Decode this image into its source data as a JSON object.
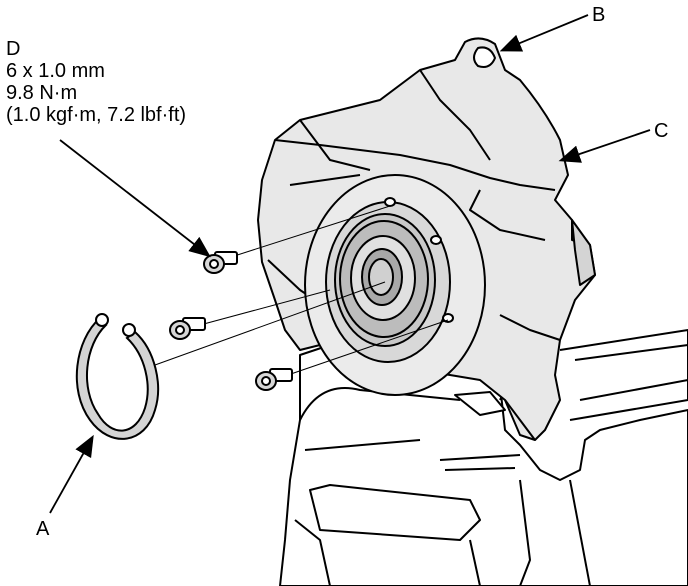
{
  "callouts": {
    "a": "A",
    "b": "B",
    "c": "C",
    "d": "D"
  },
  "fastener_spec": {
    "size": "6 x 1.0 mm",
    "torque_nm": "9.8 N·m",
    "torque_alt": "(1.0 kgf·m, 7.2 lbf·ft)"
  }
}
